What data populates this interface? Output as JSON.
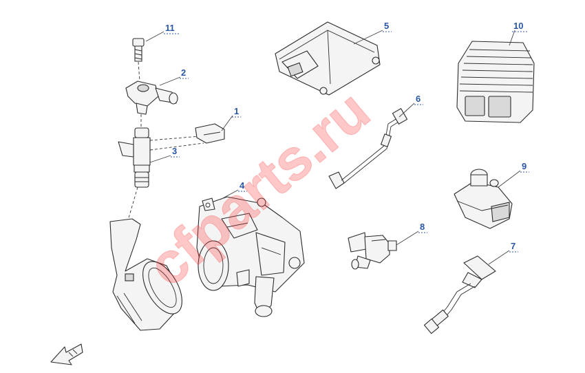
{
  "callouts": [
    {
      "id": "c1",
      "label": "1"
    },
    {
      "id": "c2",
      "label": "2"
    },
    {
      "id": "c3",
      "label": "3"
    },
    {
      "id": "c4",
      "label": "4"
    },
    {
      "id": "c5",
      "label": "5"
    },
    {
      "id": "c6",
      "label": "6"
    },
    {
      "id": "c7",
      "label": "7"
    },
    {
      "id": "c8",
      "label": "8"
    },
    {
      "id": "c9",
      "label": "9"
    },
    {
      "id": "c10",
      "label": "10"
    },
    {
      "id": "c11",
      "label": "11"
    }
  ],
  "watermark": "cfparts.ru",
  "colors": {
    "callout": "#2a56a6",
    "watermark": "#ff3b3b",
    "line": "#2b2b2b"
  }
}
